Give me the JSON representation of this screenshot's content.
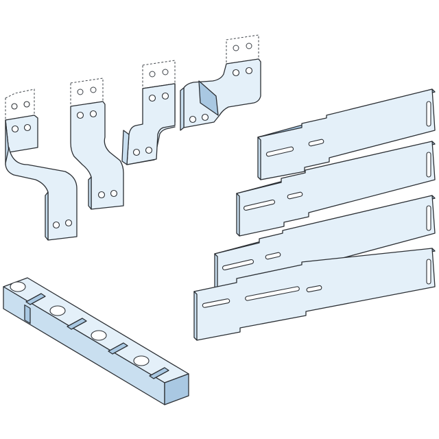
{
  "figure": {
    "background": "#ffffff",
    "part_colors": {
      "light_face": "#e4f0f9",
      "mid_face": "#c9dff0",
      "dark_face": "#a9c8e2",
      "outline": "#2a2e33"
    },
    "connector_count": 4,
    "busbar_count": 4,
    "support_block_count": 1
  }
}
